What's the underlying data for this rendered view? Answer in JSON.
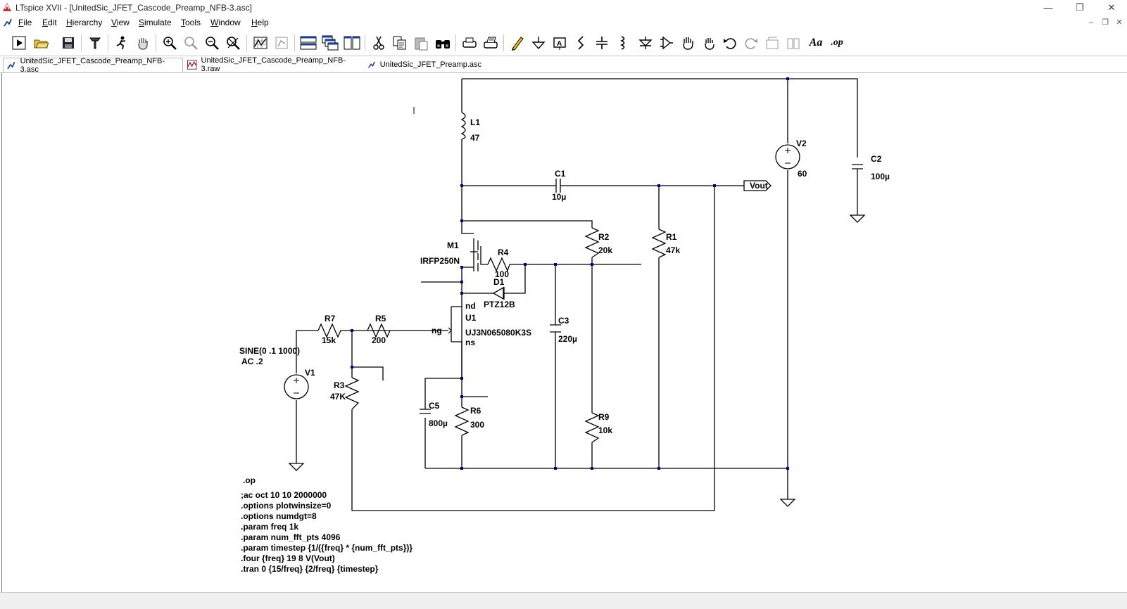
{
  "window": {
    "title": "LTspice XVII - [UnitedSic_JFET_Cascode_Preamp_NFB-3.asc]",
    "minimize_glyph": "—",
    "restore_glyph": "❐",
    "close_glyph": "✕"
  },
  "menu": {
    "items": [
      {
        "label": "File",
        "underline": "F",
        "rest": "ile"
      },
      {
        "label": "Edit",
        "underline": "E",
        "rest": "dit"
      },
      {
        "label": "Hierarchy",
        "underline": "H",
        "rest": "ierarchy"
      },
      {
        "label": "View",
        "underline": "V",
        "rest": "iew"
      },
      {
        "label": "Simulate",
        "underline": "S",
        "rest": "imulate"
      },
      {
        "label": "Tools",
        "underline": "T",
        "rest": "ools"
      },
      {
        "label": "Window",
        "underline": "W",
        "rest": "indow"
      },
      {
        "label": "Help",
        "underline": "H",
        "rest": "elp"
      }
    ],
    "mdi_minimize": "–",
    "mdi_restore": "❐",
    "mdi_close": "✕"
  },
  "toolbar": {
    "buttons": [
      "run-icon",
      "open-icon",
      "save-icon",
      "control-panel-icon",
      "halt-icon",
      "pan-hand-icon",
      "zoom-in-icon",
      "zoom-full-icon",
      "zoom-out-icon",
      "zoom-cancel-icon",
      "plot-icon",
      "auto-range-icon",
      "tile-horizontal-icon",
      "cascade-icon",
      "tile-vertical-icon",
      "cut-icon",
      "copy-icon",
      "paste-icon",
      "find-icon",
      "print-setup-icon",
      "print-icon",
      "draw-wire-icon",
      "ground-icon",
      "label-net-icon",
      "resistor-icon",
      "capacitor-icon",
      "inductor-icon",
      "diode-icon",
      "component-icon",
      "move-icon",
      "drag-icon",
      "undo-icon",
      "redo-icon",
      "rotate-icon",
      "mirror-icon",
      "text-icon",
      "spice-directive-icon"
    ],
    "text_button_label": "Aa",
    "op_button_label": ".op"
  },
  "tabs": [
    {
      "label": "UnitedSic_JFET_Cascode_Preamp_NFB-3.asc",
      "icon": "schematic-icon",
      "active": true
    },
    {
      "label": "UnitedSic_JFET_Cascode_Preamp_NFB-3.raw",
      "icon": "waveform-icon",
      "active": false
    },
    {
      "label": "UnitedSic_JFET_Preamp.asc",
      "icon": "schematic-icon",
      "active": false
    }
  ],
  "schematic": {
    "components": {
      "L1": {
        "name": "L1",
        "value": "47"
      },
      "C1": {
        "name": "C1",
        "value": "10µ"
      },
      "C2": {
        "name": "C2",
        "value": "100µ"
      },
      "V2": {
        "name": "V2",
        "value": "60"
      },
      "R1": {
        "name": "R1",
        "value": "47k"
      },
      "R2": {
        "name": "R2",
        "value": "20k"
      },
      "M1": {
        "name": "M1",
        "value": "IRFP250N"
      },
      "R4": {
        "name": "R4",
        "value": "100"
      },
      "D1": {
        "name": "D1",
        "value": "PTZ12B"
      },
      "U1": {
        "name": "U1",
        "value": "UJ3N065080K3S",
        "pin_d": "nd",
        "pin_g": "ng",
        "pin_s": "ns"
      },
      "R7": {
        "name": "R7",
        "value": "15k"
      },
      "R5": {
        "name": "R5",
        "value": "200"
      },
      "V1": {
        "name": "V1",
        "value_line1": "SINE(0 .1 1000)",
        "value_line2": "AC .2"
      },
      "R3": {
        "name": "R3",
        "value": "47K"
      },
      "C3": {
        "name": "C3",
        "value": "220µ"
      },
      "C5": {
        "name": "C5",
        "value": "800µ"
      },
      "R6": {
        "name": "R6",
        "value": "300"
      },
      "R9": {
        "name": "R9",
        "value": "10k"
      }
    },
    "net_label": "Vout",
    "directives": [
      ".op",
      ";ac oct 10 10 2000000",
      ".options plotwinsize=0",
      ".options numdgt=8",
      ".param freq 1k",
      ".param num_fft_pts 4096",
      ".param timestep {1/({freq} * {num_fft_pts})}",
      ".four {freq} 19 8 V(Vout)",
      ".tran 0 {15/freq} {2/freq} {timestep}"
    ]
  },
  "colors": {
    "wire": "#000000",
    "junction": "#00008b",
    "component": "#000000",
    "text": "#000000"
  }
}
